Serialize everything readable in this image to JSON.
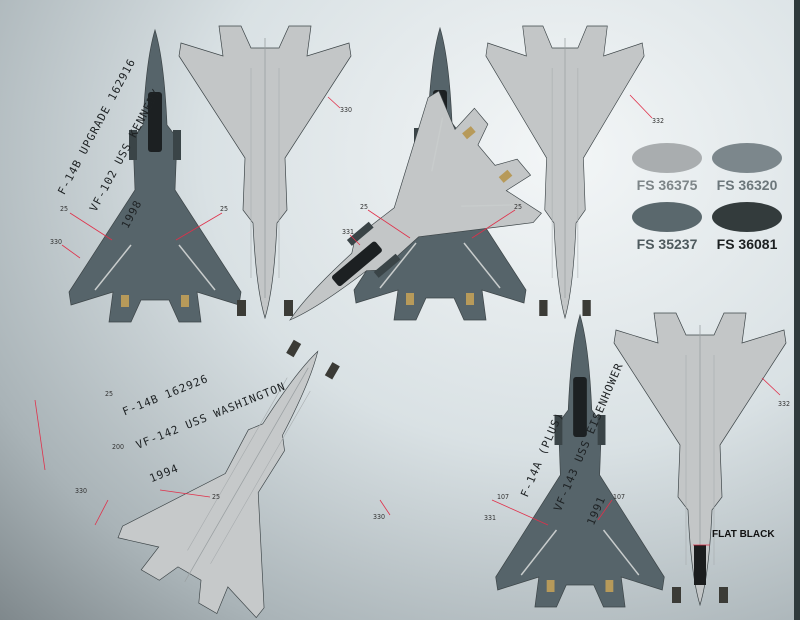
{
  "captions": [
    {
      "lines": [
        "F-14B UPGRADE 162916",
        "VF-102 USS KENNEDY",
        "1998"
      ]
    },
    {
      "lines": [
        "F-14B 162926",
        "VF-142 USS WASHINGTON",
        "1994"
      ]
    },
    {
      "lines": [
        "F-14A (PLUS)",
        "VF-143 USS EISENHOWER",
        "1991"
      ]
    }
  ],
  "swatches": [
    {
      "label": "FS 36375",
      "color": "#a9adaf",
      "text_color": "#7d8588"
    },
    {
      "label": "FS 36320",
      "color": "#7c878c",
      "text_color": "#6c777b"
    },
    {
      "label": "FS 35237",
      "color": "#5a686d",
      "text_color": "#4e5a5e"
    },
    {
      "label": "FS 36081",
      "color": "#333b3c",
      "text_color": "#1c2021"
    }
  ],
  "callouts": {
    "a": "25",
    "b": "25",
    "c": "330",
    "d": "330",
    "e": "25",
    "f": "25",
    "g": "331",
    "h": "332",
    "i": "330",
    "j": "25",
    "k": "200",
    "l": "25",
    "m": "330",
    "n": "107",
    "o": "107",
    "p": "331",
    "q": "332",
    "flat_black": "FLAT BLACK"
  },
  "colors": {
    "dark_gray": "#56646a",
    "light_gray": "#c3c6c7",
    "callout_line": "#e0304a"
  }
}
